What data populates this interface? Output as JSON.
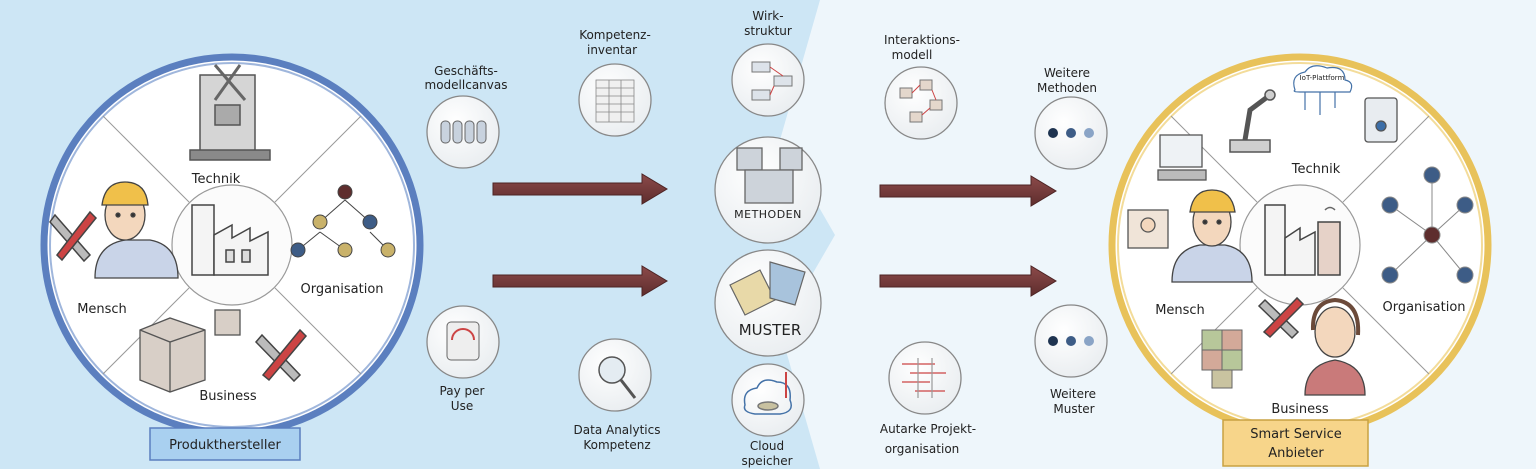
{
  "left": {
    "segments": {
      "top": "Technik",
      "left": "Mensch",
      "right": "Organisation",
      "bottom": "Business"
    },
    "badge": "Produkthersteller"
  },
  "right": {
    "segments": {
      "top": "Technik",
      "left": "Mensch",
      "right": "Organisation",
      "bottom": "Business"
    },
    "badge_line1": "Smart Service",
    "badge_line2": "Anbieter",
    "iot_label": "IoT-Plattform"
  },
  "tools": {
    "bmc": {
      "line1": "Geschäfts-",
      "line2": "modellcanvas"
    },
    "ppu": {
      "line1": "Pay per",
      "line2": "Use"
    },
    "komp": {
      "line1": "Kompetenz-",
      "line2": "inventar"
    },
    "data": {
      "line1": "Data Analytics",
      "line2": "Kompetenz"
    },
    "wirk": {
      "line1": "Wirk-",
      "line2": "struktur"
    },
    "methoden": "METHODEN",
    "muster": "MUSTER",
    "cloud": {
      "line1": "Cloud",
      "line2": "speicher"
    },
    "inter": {
      "line1": "Interaktions-",
      "line2": "modell"
    },
    "autark": {
      "line1": "Autarke Projekt-",
      "line2": "organisation"
    },
    "wm": {
      "line1": "Weitere",
      "line2": "Methoden"
    },
    "wmu": {
      "line1": "Weitere",
      "line2": "Muster"
    }
  },
  "colors": {
    "background": "#cde6f5",
    "right_background": "#eef6fb",
    "left_ring": "#5b7fbf",
    "right_ring": "#e8c25a",
    "arrow": "#7a3e3e",
    "badge_left": "#a9d0f0",
    "badge_right": "#f7d58a"
  }
}
